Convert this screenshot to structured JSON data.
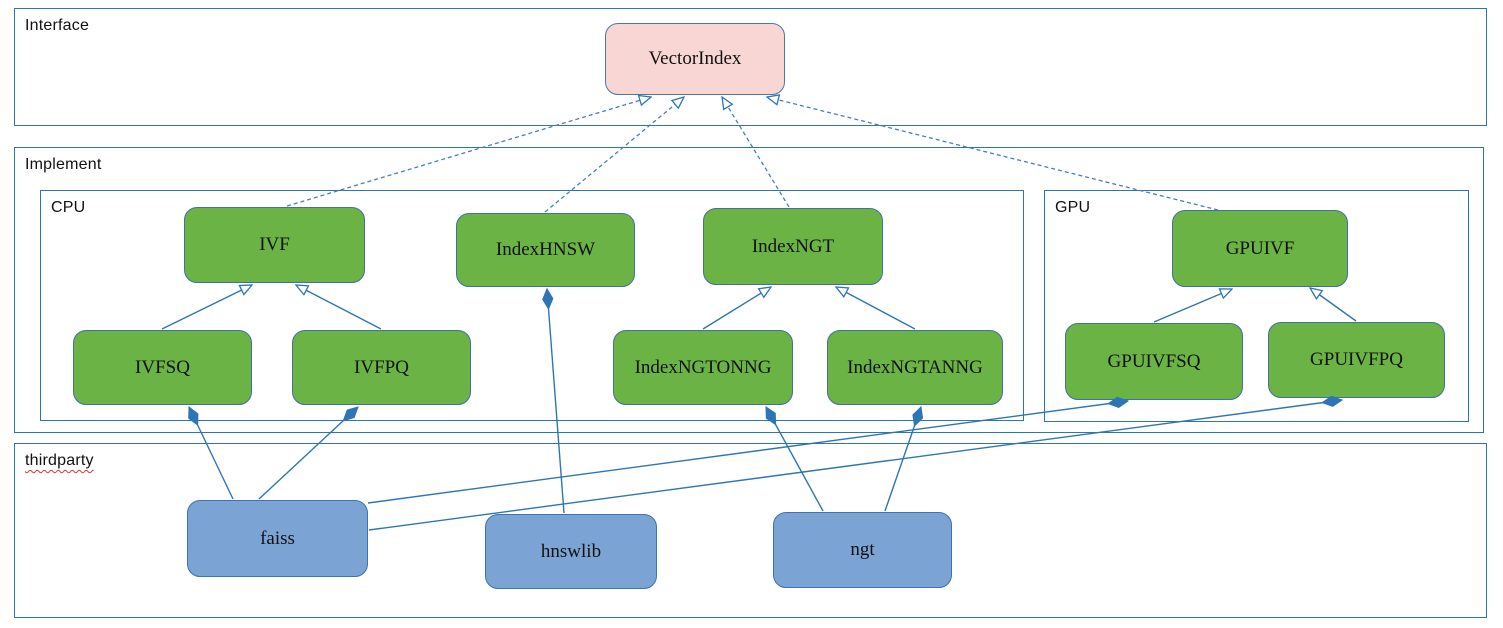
{
  "diagram": {
    "type": "uml-class-diagram",
    "containers": [
      {
        "id": "interface",
        "label": "Interface"
      },
      {
        "id": "implement",
        "label": "Implement"
      },
      {
        "id": "cpu",
        "label": "CPU"
      },
      {
        "id": "gpu",
        "label": "GPU"
      },
      {
        "id": "thirdparty",
        "label": "thirdparty"
      }
    ],
    "nodes": [
      {
        "id": "vectorindex",
        "label": "VectorIndex",
        "kind": "interface"
      },
      {
        "id": "ivf",
        "label": "IVF",
        "kind": "implementation"
      },
      {
        "id": "indexhnsw",
        "label": "IndexHNSW",
        "kind": "implementation"
      },
      {
        "id": "indexngt",
        "label": "IndexNGT",
        "kind": "implementation"
      },
      {
        "id": "gpuivf",
        "label": "GPUIVF",
        "kind": "implementation"
      },
      {
        "id": "ivfsq",
        "label": "IVFSQ",
        "kind": "implementation"
      },
      {
        "id": "ivfpq",
        "label": "IVFPQ",
        "kind": "implementation"
      },
      {
        "id": "indexngtonng",
        "label": "IndexNGTONNG",
        "kind": "implementation"
      },
      {
        "id": "indexngtanng",
        "label": "IndexNGTANNG",
        "kind": "implementation"
      },
      {
        "id": "gpuivfsq",
        "label": "GPUIVFSQ",
        "kind": "implementation"
      },
      {
        "id": "gpuivfpq",
        "label": "GPUIVFPQ",
        "kind": "implementation"
      },
      {
        "id": "faiss",
        "label": "faiss",
        "kind": "thirdparty"
      },
      {
        "id": "hnswlib",
        "label": "hnswlib",
        "kind": "thirdparty"
      },
      {
        "id": "ngt",
        "label": "ngt",
        "kind": "thirdparty"
      }
    ],
    "edges": [
      {
        "from": "ivf",
        "to": "vectorindex",
        "type": "realize"
      },
      {
        "from": "indexhnsw",
        "to": "vectorindex",
        "type": "realize"
      },
      {
        "from": "indexngt",
        "to": "vectorindex",
        "type": "realize"
      },
      {
        "from": "gpuivf",
        "to": "vectorindex",
        "type": "realize"
      },
      {
        "from": "ivfsq",
        "to": "ivf",
        "type": "inherit"
      },
      {
        "from": "ivfpq",
        "to": "ivf",
        "type": "inherit"
      },
      {
        "from": "indexngtonng",
        "to": "indexngt",
        "type": "inherit"
      },
      {
        "from": "indexngtanng",
        "to": "indexngt",
        "type": "inherit"
      },
      {
        "from": "gpuivfsq",
        "to": "gpuivf",
        "type": "inherit"
      },
      {
        "from": "gpuivfpq",
        "to": "gpuivf",
        "type": "inherit"
      },
      {
        "from": "faiss",
        "to": "ivfsq",
        "type": "compose"
      },
      {
        "from": "faiss",
        "to": "ivfpq",
        "type": "compose"
      },
      {
        "from": "faiss",
        "to": "gpuivfsq",
        "type": "compose"
      },
      {
        "from": "faiss",
        "to": "gpuivfpq",
        "type": "compose"
      },
      {
        "from": "hnswlib",
        "to": "indexhnsw",
        "type": "compose"
      },
      {
        "from": "ngt",
        "to": "indexngtonng",
        "type": "compose"
      },
      {
        "from": "ngt",
        "to": "indexngtanng",
        "type": "compose"
      }
    ],
    "colors": {
      "container_border": "#2e75b6",
      "interface_fill": "#f8d6d3",
      "implementation_fill": "#6ab344",
      "thirdparty_fill": "#7ba4d4",
      "edge_solid": "#2e75b6",
      "edge_dashed": "#4a7ebb",
      "spellcheck_underline": "#d03a2b"
    }
  }
}
